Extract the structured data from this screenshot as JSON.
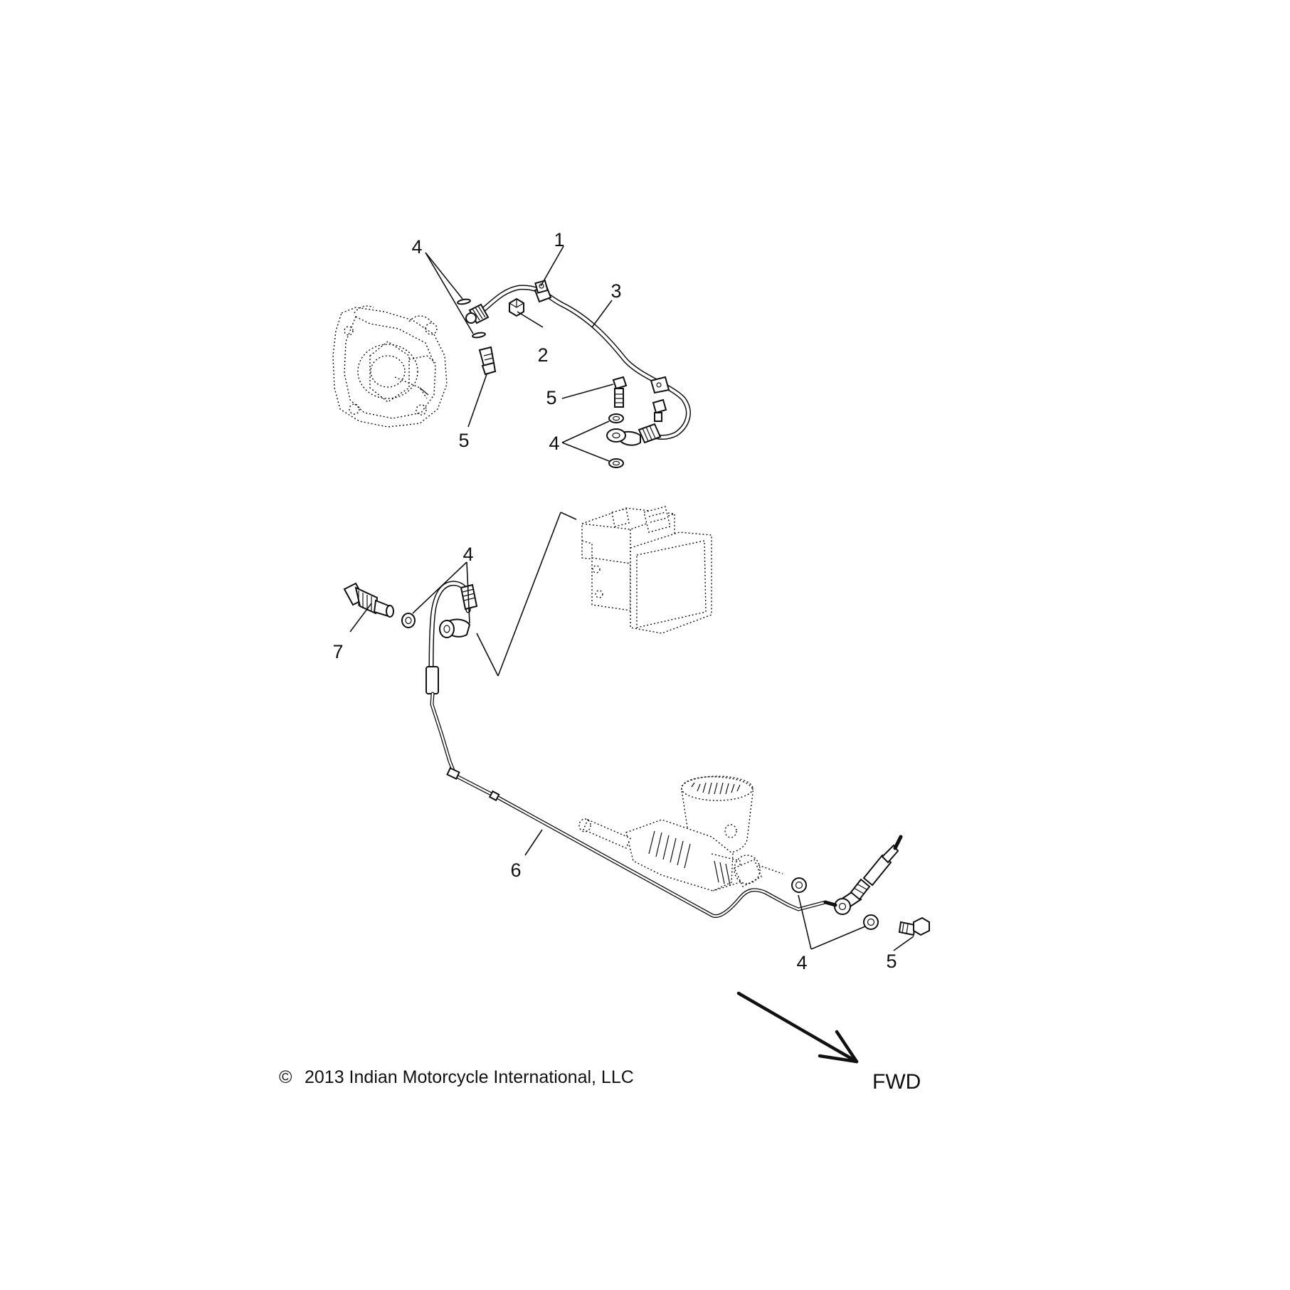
{
  "callouts": {
    "c1": "1",
    "c2": "2",
    "c3": "3",
    "c4_top": "4",
    "c5_bolt_left": "5",
    "c5_bolt_mid": "5",
    "c4_mid": "4",
    "c4_lower": "4",
    "c7": "7",
    "c6": "6",
    "c4_bottom": "4",
    "c5_bottom": "5"
  },
  "copyright": {
    "symbol": "©",
    "text": "2013 Indian Motorcycle International, LLC"
  },
  "direction": {
    "label": "FWD"
  }
}
